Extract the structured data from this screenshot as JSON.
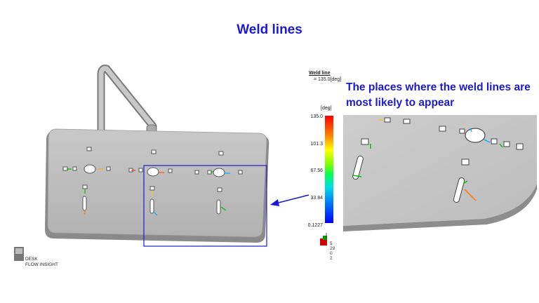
{
  "title": "Weld lines",
  "legend": {
    "title": "Weld line",
    "max_value": "= 135.0[deg]",
    "unit": "[deg]",
    "ticks": [
      "135.0",
      "101.3",
      "67.56",
      "33.84",
      "0.1227"
    ]
  },
  "callout": {
    "text": "The places where the weld lines are most likely to appear"
  },
  "brand": {
    "line1": "DESK",
    "line2": "FLOW INSIGHT"
  },
  "axis_labels": [
    "5",
    "29",
    "0",
    "2"
  ],
  "colors": {
    "title": "#1a1ad6",
    "callout": "#1a1ad6",
    "highlight_box": "#1a1ad6",
    "arrow": "#1a1ad6",
    "part": "#bdbdbd"
  }
}
